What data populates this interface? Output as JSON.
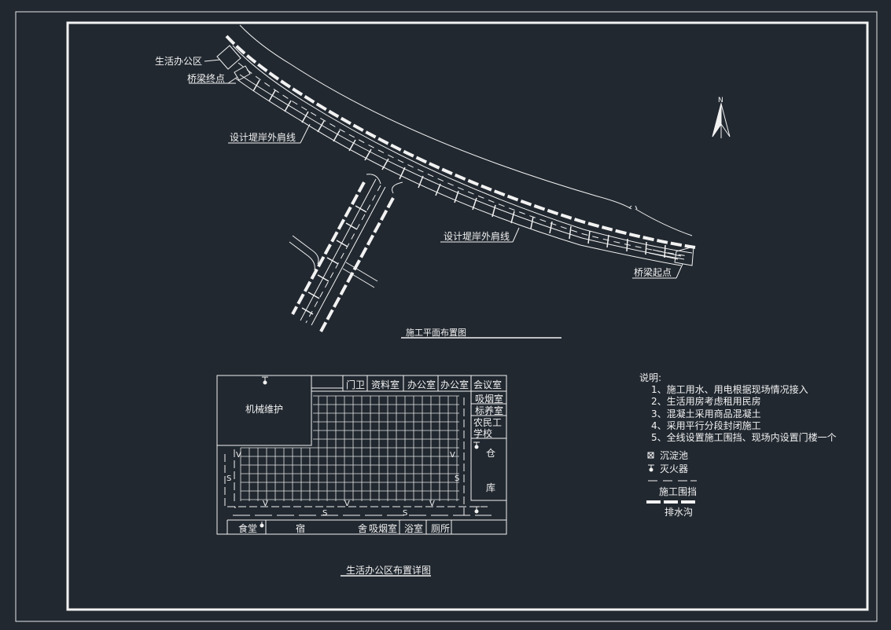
{
  "colors": {
    "background": "#212830",
    "lines": "#f2f2f2"
  },
  "site_plan": {
    "title": "施工平面布置图",
    "labels": {
      "office_area": "生活办公区",
      "bridge_end": "桥梁终点",
      "bank_line_upper": "设计堤岸外肩线",
      "bank_line_lower": "设计堤岸外肩线",
      "bridge_start": "桥梁起点"
    },
    "north_symbol": "N"
  },
  "office_layout": {
    "title": "生活办公区布置详图",
    "rooms": {
      "machinery": "机械维护",
      "guard": "门卫",
      "archive": "资料室",
      "office1": "办公室",
      "office2": "办公室",
      "meeting": "会议室",
      "smoking_top": "吸烟室",
      "standards": "标养室",
      "worker_school_1": "农民工",
      "worker_school_2": "学校",
      "warehouse_1": "仓",
      "warehouse_2": "库",
      "canteen": "食堂",
      "dorm_1": "宿",
      "dorm_2": "舍",
      "smoking_bottom": "吸烟室",
      "bathroom": "浴室",
      "toilet": "厕所"
    },
    "flow_marks": {
      "v": "V",
      "s": "S"
    }
  },
  "notes": {
    "heading": "说明:",
    "items": [
      "1、施工用水、用电根据现场情况接入",
      "2、生活用房考虑租用民房",
      "3、混凝土采用商品混凝土",
      "4、采用平行分段封闭施工",
      "5、全线设置施工围挡、现场内设置门楼一个"
    ]
  },
  "legend": {
    "settling_tank": "沉淀池",
    "extinguisher": "灭火器",
    "fence": "施工围挡",
    "drain": "排水沟"
  }
}
